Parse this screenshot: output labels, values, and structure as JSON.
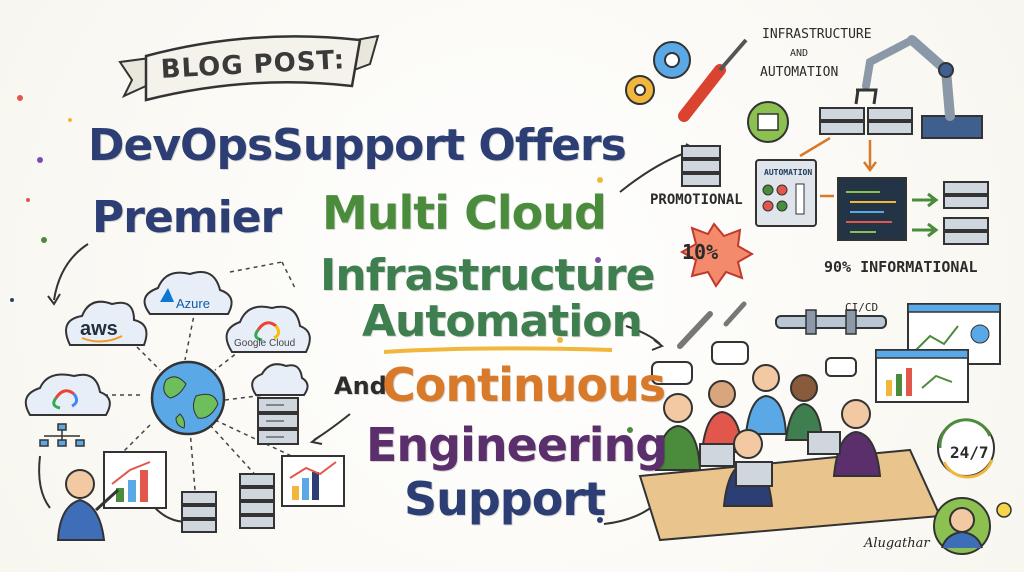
{
  "banner": {
    "label": "BLOG POST:"
  },
  "headline": {
    "line1": "DevOpsSupport Offers",
    "line2_a": "Premier",
    "line2_b": "Multi Cloud",
    "line3": "Infrastructure",
    "line4": "Automation",
    "line5_a": "And",
    "line5_b": "Continuous",
    "line6": "Engineering",
    "line7": "Support"
  },
  "cloud_logos": {
    "aws": "aws",
    "azure": "Azure",
    "google_cloud": "Google Cloud"
  },
  "labels": {
    "infrastructure": "INFRASTRUCTURE",
    "and": "AND",
    "automation": "AUTOMATION",
    "promotional": "PROMOTIONAL",
    "ten_percent": "10%",
    "informational": "90% INFORMATIONAL",
    "cicd": "CI/CD",
    "twenty_four_seven": "24/7",
    "automation_panel": "AUTOMATION"
  },
  "signature": "Alugathar",
  "colors": {
    "navy": "#2c3e73",
    "green": "#4a8c3b",
    "orange": "#d9792a",
    "purple": "#5a2f6b",
    "red_badge": "#e2574c"
  }
}
